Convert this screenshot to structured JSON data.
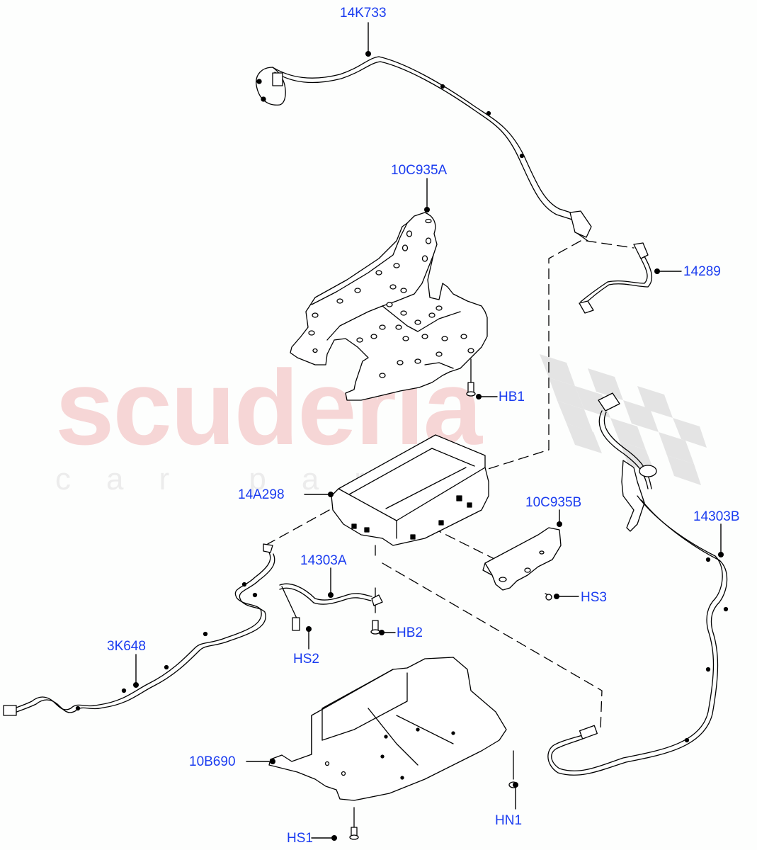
{
  "watermark": {
    "brand": "scuderia",
    "tagline": "car parts",
    "brand_color": "#f6d6d6",
    "checker_color": "#dcdcdc"
  },
  "diagram": {
    "type": "exploded-parts-diagram",
    "callout_color": "#1a3cf0",
    "line_color": "#000000",
    "callouts": [
      {
        "id": "14K733",
        "label": "14K733",
        "part": "Upper wiring harness"
      },
      {
        "id": "10C935A",
        "label": "10C935A",
        "part": "Upper mounting bracket"
      },
      {
        "id": "14289",
        "label": "14289",
        "part": "Short harness with connectors"
      },
      {
        "id": "HB1",
        "label": "HB1",
        "part": "Bolt"
      },
      {
        "id": "14A298",
        "label": "14A298",
        "part": "Charger / control module"
      },
      {
        "id": "10C935B",
        "label": "10C935B",
        "part": "Lower side bracket"
      },
      {
        "id": "14303B",
        "label": "14303B",
        "part": "Harness with mesh bracket"
      },
      {
        "id": "14303A",
        "label": "14303A",
        "part": "Ground strap"
      },
      {
        "id": "HS3",
        "label": "HS3",
        "part": "Screw"
      },
      {
        "id": "HB2",
        "label": "HB2",
        "part": "Bolt"
      },
      {
        "id": "3K648",
        "label": "3K648",
        "part": "Long wiring harness"
      },
      {
        "id": "HS2",
        "label": "HS2",
        "part": "Screw"
      },
      {
        "id": "10B690",
        "label": "10B690",
        "part": "Underbody shield"
      },
      {
        "id": "HN1",
        "label": "HN1",
        "part": "Nut"
      },
      {
        "id": "HS1",
        "label": "HS1",
        "part": "Screw"
      }
    ]
  }
}
